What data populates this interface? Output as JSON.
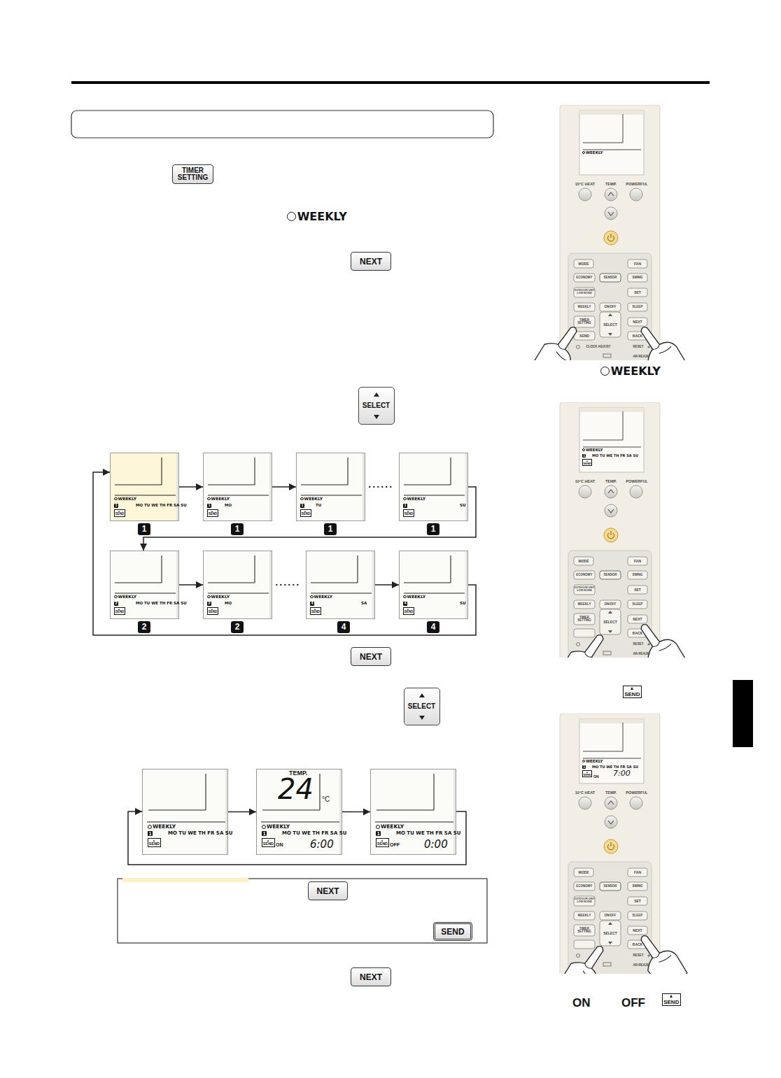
{
  "diagram": {
    "nodes": [
      {
        "text": [
          "TIMER SETTING"
        ]
      },
      {
        "text": [
          "NEXT"
        ]
      },
      {
        "text": [
          "SELECT"
        ]
      },
      {
        "text": [
          "WEEKLY",
          "1",
          "MO TU WE TH FR SA SU",
          "SEND"
        ]
      },
      {
        "text": [
          "WEEKLY",
          "1",
          "MO",
          "SEND"
        ]
      },
      {
        "text": [
          "WEEKLY",
          "1",
          "TU",
          "SEND"
        ]
      },
      {
        "text": [
          "WEEKLY",
          "1",
          "SU",
          "SEND"
        ]
      },
      {
        "text": [
          "WEEKLY",
          "2",
          "MO TU WE TH FR SA SU",
          "SEND"
        ]
      },
      {
        "text": [
          "WEEKLY",
          "2",
          "MO",
          "SEND"
        ]
      },
      {
        "text": [
          "WEEKLY",
          "4",
          "SA",
          "SEND"
        ]
      },
      {
        "text": [
          "WEEKLY",
          "4",
          "SU",
          "SEND"
        ]
      },
      {
        "text": [
          "NEXT"
        ]
      },
      {
        "text": [
          "SELECT"
        ]
      },
      {
        "text": [
          "WEEKLY",
          "1",
          "MO TU WE TH FR SA SU",
          "SEND"
        ]
      },
      {
        "text": [
          "TEMP.",
          "24",
          "°C",
          "WEEKLY",
          "1",
          "MO TU WE TH FR SA SU",
          "SEND",
          "ON",
          "6:00"
        ]
      },
      {
        "text": [
          "WEEKLY",
          "1",
          "MO TU WE TH FR SA SU",
          "SEND",
          "OFF",
          "0:00"
        ]
      },
      {
        "text": [
          "NEXT"
        ]
      },
      {
        "text": [
          "SEND"
        ]
      },
      {
        "text": [
          "NEXT"
        ]
      }
    ],
    "edges": [
      {
        "from": 3,
        "to": 4,
        "arrow": "to"
      },
      {
        "from": 4,
        "to": 5,
        "arrow": "to"
      },
      {
        "from": 5,
        "to": 6,
        "arrow": "none"
      },
      {
        "from": 6,
        "to": 7,
        "arrow": "to"
      },
      {
        "from": 7,
        "to": 8,
        "arrow": "to"
      },
      {
        "from": 8,
        "to": 9,
        "arrow": "none"
      },
      {
        "from": 9,
        "to": 10,
        "arrow": "to"
      },
      {
        "from": 10,
        "to": 3,
        "arrow": "to"
      },
      {
        "from": 13,
        "to": 14,
        "arrow": "to"
      },
      {
        "from": 14,
        "to": 15,
        "arrow": "to"
      },
      {
        "from": 15,
        "to": 13,
        "arrow": "to"
      }
    ],
    "labels": [
      "WEEKLY",
      "1",
      "1",
      "1",
      "1",
      "2",
      "2",
      "4",
      "4",
      "WEEKLY",
      "SEND",
      "ON",
      "OFF",
      "SEND",
      "WEEKLY",
      "10°C HEAT",
      "TEMP.",
      "POWERFUL",
      "MODE",
      "FAN",
      "ECONOMY",
      "SENSOR",
      "SWING",
      "OUTDOOR UNIT LOW NOISE",
      "SET",
      "WEEKLY",
      "ON/OFF",
      "SLEEP",
      "TIMER SETTING",
      "SELECT",
      "NEXT",
      "SEND",
      "BACK",
      "CLOCK ADJUST",
      "RESET",
      "AR-REA2E",
      "WEEKLY",
      "1",
      "MO TU WE TH FR SA SU",
      "SEND",
      "10°C HEAT",
      "TEMP.",
      "POWERFUL",
      "MODE",
      "FAN",
      "ECONOMY",
      "SENSOR",
      "SWING",
      "OUTDOOR UNIT LOW NOISE",
      "SET",
      "WEEKLY",
      "ON/OFF",
      "SLEEP",
      "TIMER SETTING",
      "SELECT",
      "NEXT",
      "BACK",
      "RESET",
      "AR-REA2E",
      "WEEKLY",
      "1",
      "MO TU WE TH FR SA SU",
      "SEND",
      "ON",
      "7:00",
      "10°C HEAT",
      "TEMP.",
      "POWERFUL",
      "MODE",
      "FAN",
      "ECONOMY",
      "SENSOR",
      "SWING",
      "OUTDOOR UNIT LOW NOISE",
      "SET",
      "WEEKLY",
      "ON/OFF",
      "SLEEP",
      "TIMER SETTING",
      "SELECT",
      "NEXT",
      "BACK",
      "RESET",
      "AR-REA2E"
    ]
  }
}
